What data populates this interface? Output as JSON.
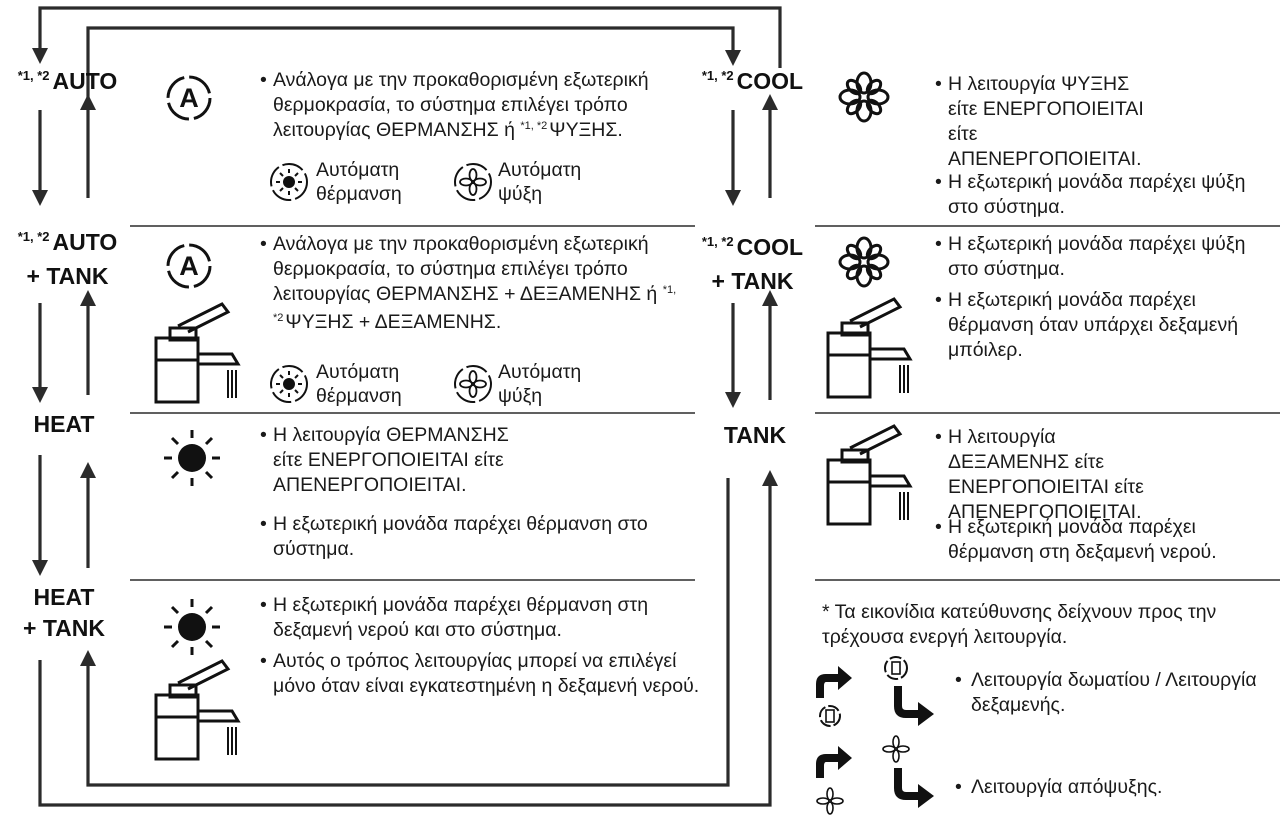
{
  "modes": {
    "auto": {
      "sup": "*1, *2",
      "line1": "AUTO",
      "line2": ""
    },
    "auto_tank": {
      "sup": "*1, *2",
      "line1": "AUTO",
      "line2": "+ TANK"
    },
    "heat": {
      "line1": "HEAT"
    },
    "heat_tank": {
      "line1": "HEAT",
      "line2": "+ TANK"
    },
    "cool": {
      "sup": "*1, *2",
      "line1": "COOL"
    },
    "cool_tank": {
      "sup": "*1, *2",
      "line1": "COOL",
      "line2": "+ TANK"
    },
    "tank": {
      "line1": "TANK"
    }
  },
  "descriptions": {
    "auto": {
      "b1_a": "Ανάλογα με την προκαθορισμένη εξωτερική θερμοκρασία, το σύστημα επιλέγει τρόπο λειτουργίας ΘΕΡΜΑΝΣΗΣ ή ",
      "b1_sup": "*1, *2",
      "b1_b": "ΨΥΞΗΣ.",
      "sub_heat": "Αυτόματη θέρμανση",
      "sub_cool": "Αυτόματη ψύξη"
    },
    "auto_tank": {
      "b1_a": "Ανάλογα με την προκαθορισμένη εξωτερική θερμοκρασία, το σύστημα επιλέγει τρόπο λειτουργίας ΘΕΡΜΑΝΣΗΣ + ΔΕΞΑΜΕΝΗΣ ή ",
      "b1_sup": "*1, *2",
      "b1_b": "ΨΥΞΗΣ + ΔΕΞΑΜΕΝΗΣ.",
      "sub_heat": "Αυτόματη θέρμανση",
      "sub_cool": "Αυτόματη ψύξη"
    },
    "heat": {
      "b1": "Η λειτουργία ΘΕΡΜΑΝΣΗΣ είτε ΕΝΕΡΓΟΠΟΙΕΙΤΑΙ είτε ΑΠΕΝΕΡΓΟΠΟΙΕΙΤΑΙ.",
      "b2": "Η εξωτερική μονάδα παρέχει θέρμανση στο σύστημα."
    },
    "heat_tank": {
      "b1": "Η εξωτερική μονάδα παρέχει θέρμανση στη δεξαμενή νερού και στο σύστημα.",
      "b2": "Αυτός ο τρόπος λειτουργίας μπορεί να επιλέγεί μόνο όταν είναι εγκατεστημένη η δεξαμενή νερού."
    },
    "cool": {
      "b1": "Η λειτουργία ΨΥΞΗΣ είτε ΕΝΕΡΓΟΠΟΙΕΙΤΑΙ είτε ΑΠΕΝΕΡΓΟΠΟΙΕΙΤΑΙ.",
      "b2": "Η εξωτερική μονάδα παρέχει ψύξη στο σύστημα."
    },
    "cool_tank": {
      "b1": "Η εξωτερική μονάδα παρέχει ψύξη στο σύστημα.",
      "b2": "Η εξωτερική μονάδα παρέχει θέρμανση όταν υπάρχει δεξαμενή μπόιλερ."
    },
    "tank": {
      "b1": "Η λειτουργία ΔΕΞΑΜΕΝΗΣ είτε ΕΝΕΡΓΟΠΟΙΕΙΤΑΙ είτε ΑΠΕΝΕΡΓΟΠΟΙΕΙΤΑΙ.",
      "b2": "Η εξωτερική μονάδα παρέχει θέρμανση στη δεξαμενή νερού."
    }
  },
  "notes": {
    "intro": "* Τα εικονίδια κατεύθυνσης δείχνουν προς την τρέχουσα ενεργή λειτουργία.",
    "room_tank": "Λειτουργία δωματίου / Λειτουργία δεξαμενής.",
    "defrost": "Λειτουργία απόψυξης."
  },
  "icons": {
    "auto": "auto-mode-icon",
    "heat": "sun-icon",
    "cool": "snowflake-icon",
    "tank": "faucet-icon",
    "direction": "direction-arrow-icon"
  }
}
